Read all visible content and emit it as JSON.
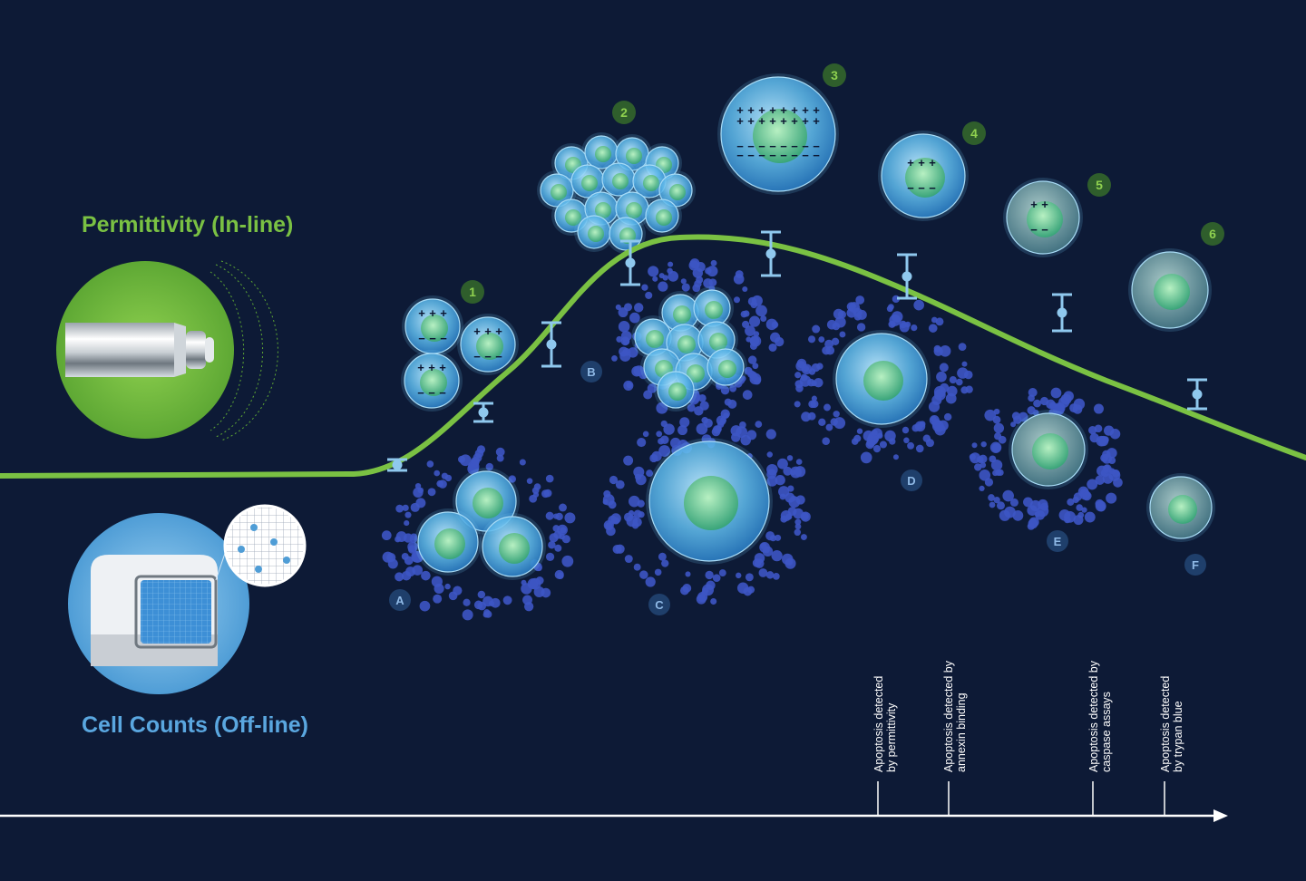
{
  "labels": {
    "permittivity": "Permittivity (In-line)",
    "cell_counts": "Cell Counts (Off-line)"
  },
  "stages_numbered": [
    "1",
    "2",
    "3",
    "4",
    "5",
    "6"
  ],
  "stages_lettered": [
    "A",
    "B",
    "C",
    "D",
    "E",
    "F"
  ],
  "events": [
    {
      "line1": "Apoptosis detected",
      "line2": "by permittivity"
    },
    {
      "line1": "Apoptosis detected by",
      "line2": "annexin binding"
    },
    {
      "line1": "Apoptosis detected by",
      "line2": "caspase assays"
    },
    {
      "line1": "Apoptosis detected",
      "line2": "by trypan blue"
    }
  ],
  "colors": {
    "background": "#0d1a36",
    "curve": "#7ac143",
    "badge_green": "#2f5e2c",
    "badge_blue": "#1f3f6b",
    "cell": "#6fc4ee",
    "nucleus": "#7fcf9a",
    "debris": "#3d55c4",
    "errorbar": "#8fc8ee"
  },
  "icons": {
    "probe": "permittivity-probe-icon",
    "counter": "cell-counter-icon"
  }
}
